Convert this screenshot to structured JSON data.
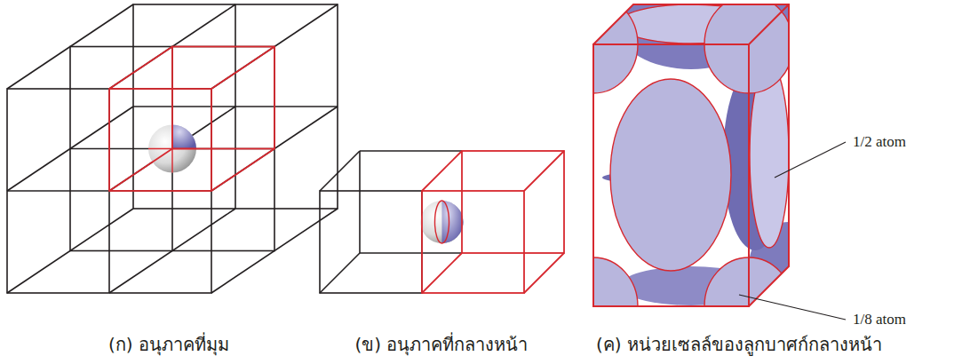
{
  "diagram": {
    "labels": [
      "1/2 atom",
      "1/8 atom",
      "(ก) อนุภาคที่มุม",
      "(ข) อนุภาคที่กลางหน้า",
      "(ค) หน่วยเซลล์ของลูกบาศก์กลางหน้า"
    ]
  }
}
